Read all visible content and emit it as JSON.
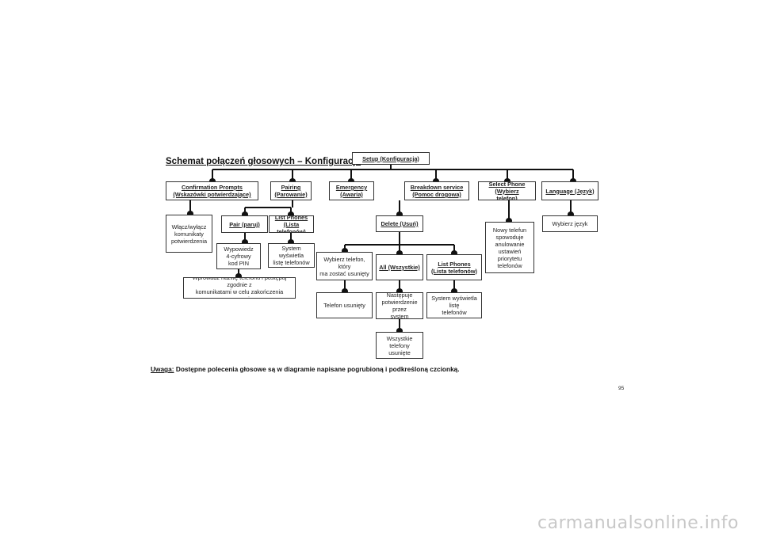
{
  "title": "Schemat połączeń głosowych – Konfiguracja",
  "nodes": {
    "setup": "Setup (Konfiguracja)",
    "confirmation": "Confirmation Prompts\n(Wskazówki potwierdzające)",
    "pairing": "Pairing\n(Parowanie)",
    "emergency": "Emergency\n(Awaria)",
    "breakdown": "Breakdown service\n(Pomoc drogowa)",
    "select_phone": "Select Phone (Wybierz\ntelefon)",
    "language": "Language (Język)",
    "toggle_prompts": "Włącz/wyłącz\nkomunikaty\npotwierdzenia",
    "pair": "Pair (paruj)",
    "list_phones_1": "List  Phones\n(Lista telefonów)",
    "delete": "Delete (Usuń)",
    "new_phone": "Nowy telefun\nspowoduje\nanulowanie\nustawień priorytetu\ntelefonów",
    "choose_language": "Wybierz język",
    "say_pin": "Wypowiedz\n4-cyfrowy\nkod PIN",
    "system_shows_1": "System wyświetla\nlistę telefonów",
    "enter_name": "Wprowadź nazwę telefonu i postępuj zgodnie z\nkomunikatami w celu zakończenia parowania",
    "choose_phone_delete": "Wybierz telefon, który\nma zostać usunięty",
    "all": "All (Wszystkie)",
    "list_phones_2": "List Phones\n(Lista telefonów)",
    "phone_deleted": "Telefon usunięty",
    "confirm_system": "Następuje\npotwierdzenie przez\nsystem",
    "system_shows_2": "System wyświetla listę\ntelefonów",
    "all_deleted": "Wszystkie telefony\nusunięte"
  },
  "note": {
    "label": "Uwaga:",
    "text": "Dostępne polecenia głosowe są w diagramie napisane pogrubioną i podkreśloną czcionką."
  },
  "page_number": "95",
  "watermark": "carmanualsonline.info",
  "colors": {
    "line": "#111111",
    "border": "#333333",
    "watermark": "#c8c8c8"
  }
}
